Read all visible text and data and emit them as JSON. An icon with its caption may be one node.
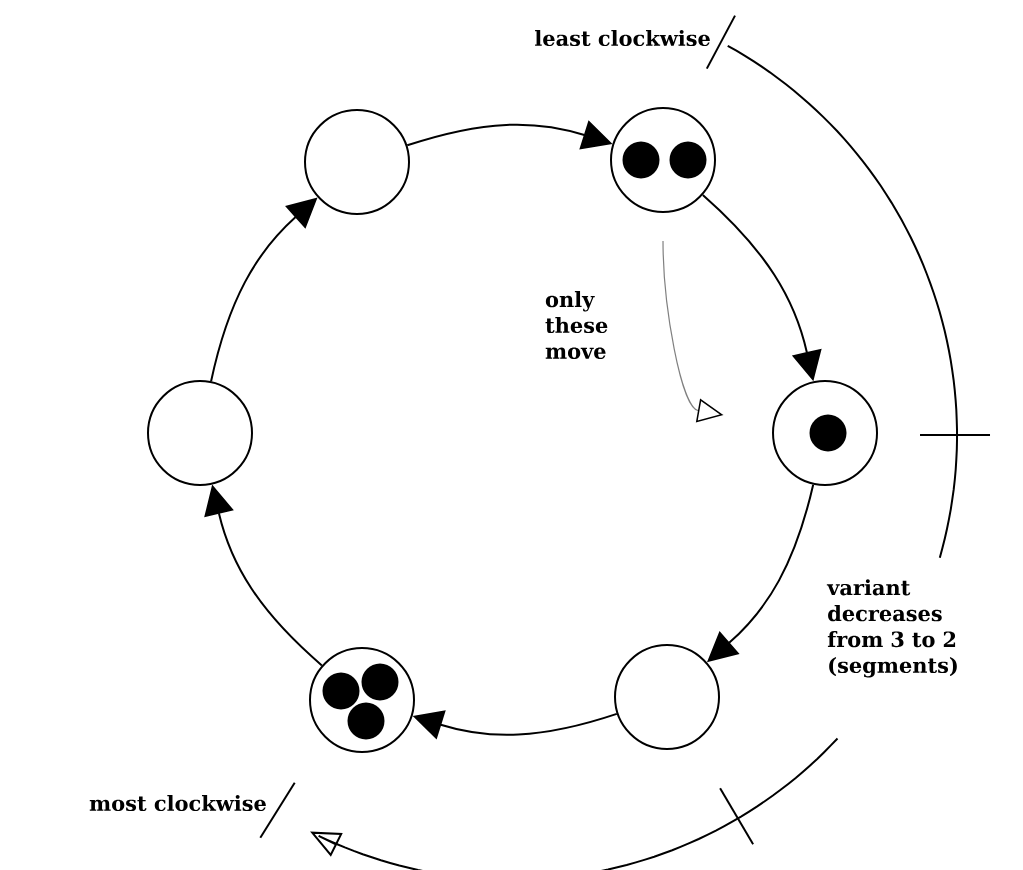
{
  "diagram": {
    "nodes": [
      {
        "text": [],
        "shape": "circle"
      },
      {
        "text": [],
        "shape": "circle"
      },
      {
        "text": [],
        "shape": "circle"
      },
      {
        "text": [],
        "shape": "circle"
      },
      {
        "text": [],
        "shape": "circle"
      },
      {
        "text": [],
        "shape": "circle"
      },
      {
        "text": [],
        "shape": "circle",
        "in": 1
      },
      {
        "text": [],
        "shape": "circle",
        "in": 1
      },
      {
        "text": [],
        "shape": "circle",
        "in": 2
      },
      {
        "text": [],
        "shape": "circle",
        "in": 4
      },
      {
        "text": [],
        "shape": "circle",
        "in": 4
      },
      {
        "text": [],
        "shape": "circle",
        "in": 4
      }
    ],
    "edges": [
      {
        "from": 0,
        "to": 1,
        "arrow": "to"
      },
      {
        "from": 1,
        "to": 2,
        "arrow": "to"
      },
      {
        "from": 2,
        "to": 3,
        "arrow": "to"
      },
      {
        "from": 3,
        "to": 4,
        "arrow": "to"
      },
      {
        "from": 4,
        "to": 5,
        "arrow": "to"
      },
      {
        "from": 5,
        "to": 0,
        "arrow": "to"
      },
      {
        "from": 1,
        "to": 2,
        "arrow": "to",
        "label": "only these move",
        "color": "#808080"
      }
    ],
    "labels": [
      "least clockwise",
      "most clockwise",
      "variant decreases from 3 to 2 (segments)"
    ]
  }
}
